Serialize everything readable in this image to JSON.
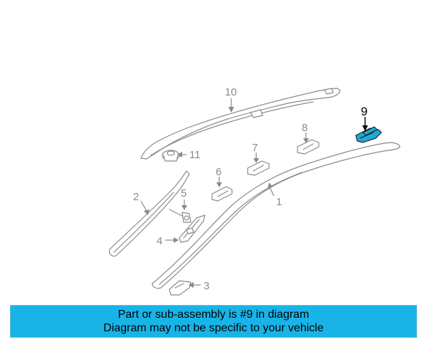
{
  "callouts": {
    "c1": "1",
    "c2": "2",
    "c3": "3",
    "c4": "4",
    "c5": "5",
    "c6": "6",
    "c7": "7",
    "c8": "8",
    "c9": "9",
    "c10": "10",
    "c11": "11"
  },
  "highlighted_part": "9",
  "colors": {
    "banner_bg": "#18b4e8",
    "highlight": "#1fa9d6",
    "line": "#8a8a8a"
  },
  "banner": {
    "line1": "Part or sub-assembly is #9 in diagram",
    "line2": "Diagram may not be specific to your vehicle"
  }
}
